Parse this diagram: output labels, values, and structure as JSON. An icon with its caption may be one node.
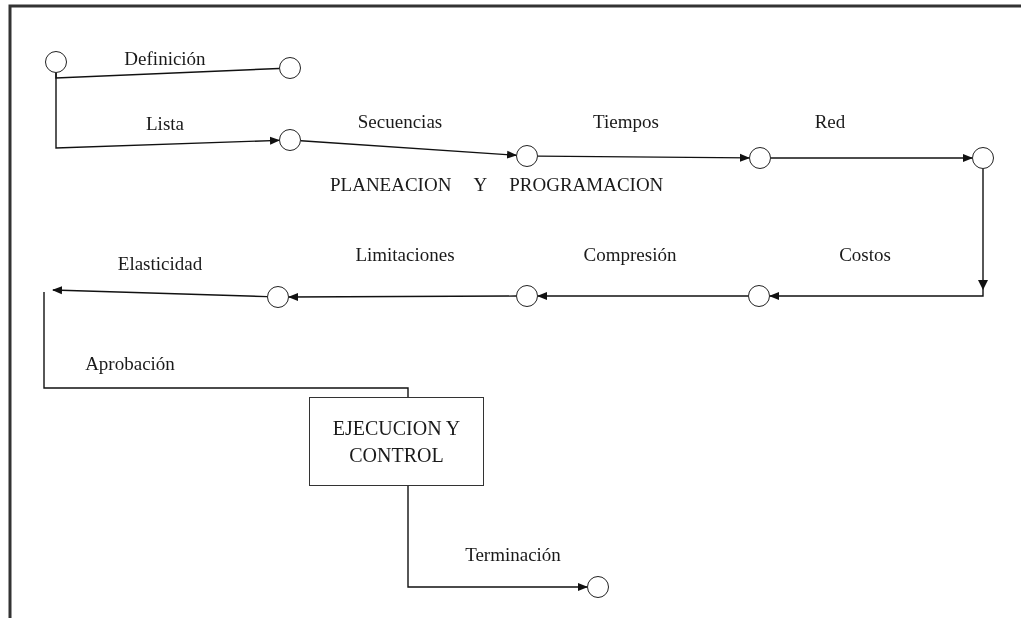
{
  "diagram": {
    "nodes": [
      {
        "text": [],
        "shape": "circle"
      },
      {
        "text": [],
        "shape": "circle"
      },
      {
        "text": [],
        "shape": "circle"
      },
      {
        "text": [],
        "shape": "circle"
      },
      {
        "text": [],
        "shape": "circle"
      },
      {
        "text": [],
        "shape": "circle"
      },
      {
        "text": [],
        "shape": "circle"
      },
      {
        "text": [],
        "shape": "circle"
      },
      {
        "text": [],
        "shape": "circle"
      },
      {
        "text": [
          "EJECUCION Y CONTROL"
        ]
      },
      {
        "text": [],
        "shape": "circle"
      }
    ],
    "edges": [
      {
        "from": 0,
        "to": 1,
        "arrow": "none",
        "label": "Definición"
      },
      {
        "from": 0,
        "to": 2,
        "arrow": "to",
        "label": "Lista"
      },
      {
        "from": 2,
        "to": 3,
        "arrow": "to",
        "label": "Secuencias"
      },
      {
        "from": 3,
        "to": 4,
        "arrow": "to",
        "label": "Tiempos"
      },
      {
        "from": 4,
        "to": 5,
        "arrow": "to",
        "label": "Red"
      },
      {
        "from": 5,
        "to": 6,
        "arrow": "to",
        "label": "Costos"
      },
      {
        "from": 6,
        "to": 7,
        "arrow": "to",
        "label": "Compresión"
      },
      {
        "from": 7,
        "to": 8,
        "arrow": "to",
        "label": "Limitaciones"
      },
      {
        "from": 8,
        "to": null,
        "arrow": "to",
        "label": "Elasticidad"
      },
      {
        "from": null,
        "to": 9,
        "arrow": "none",
        "label": "Aprobación"
      },
      {
        "from": 9,
        "to": 10,
        "arrow": "to",
        "label": "Terminación"
      }
    ],
    "labels": [
      "PLANEACION Y PROGRAMACION"
    ]
  }
}
